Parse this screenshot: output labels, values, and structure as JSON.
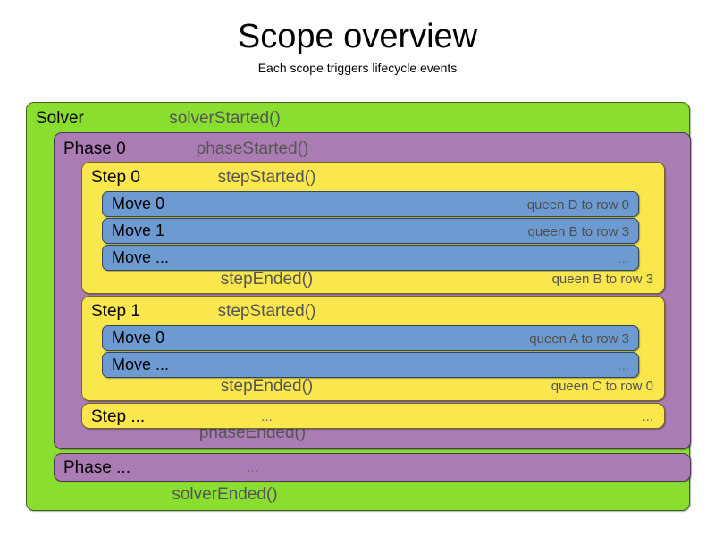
{
  "title": "Scope overview",
  "subtitle": "Each scope triggers lifecycle events",
  "colors": {
    "solver": "#8ADE2F",
    "phase": "#AB7CB4",
    "step": "#FAE64D",
    "move": "#6D9BD1",
    "event_text": "#555555",
    "name_text": "#000000",
    "background": "#FFFFFF"
  },
  "solver": {
    "name": "Solver",
    "started_event": "solverStarted()",
    "ended_event": "solverEnded()"
  },
  "phase0": {
    "name": "Phase 0",
    "started_event": "phaseStarted()",
    "ended_event": "phaseEnded()"
  },
  "step0": {
    "name": "Step 0",
    "started_event": "stepStarted()",
    "ended_event": "stepEnded()",
    "ended_detail": "queen B to row 3",
    "moves": [
      {
        "name": "Move 0",
        "detail": "queen D to row 0"
      },
      {
        "name": "Move 1",
        "detail": "queen B to row 3"
      },
      {
        "name": "Move ...",
        "detail": "..."
      }
    ]
  },
  "step1": {
    "name": "Step 1",
    "started_event": "stepStarted()",
    "ended_event": "stepEnded()",
    "ended_detail": "queen C to row 0",
    "moves": [
      {
        "name": "Move 0",
        "detail": "queen A to row 3"
      },
      {
        "name": "Move ...",
        "detail": "..."
      }
    ]
  },
  "step_more": {
    "name": "Step ...",
    "event": "...",
    "detail": "..."
  },
  "phase_more": {
    "name": "Phase ...",
    "event": "..."
  }
}
